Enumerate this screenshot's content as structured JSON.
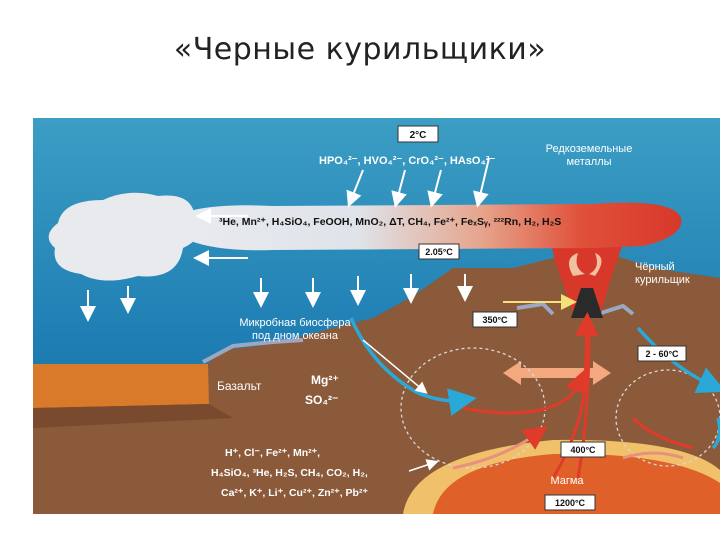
{
  "slide": {
    "title": "«Черные курильщики»"
  },
  "diagram": {
    "temp_surface": "2°C",
    "anions": "HPO₄²⁻, HVO₄²⁻, CrO₄²⁻, HAsO₄²⁻",
    "rare_earth_line1": "Редкоземельные",
    "rare_earth_line2": "металлы",
    "plume_chem": "³He, Mn²⁺, H₄SiO₄, FeOOH, MnO₂, ΔT, CH₄, Fe²⁺, FeₓSᵧ, ²²²Rn, H₂, H₂S",
    "temp_plume": "2.05°C",
    "smoker_line1": "Чёрный",
    "smoker_line2": "курильщик",
    "microbial_line1": "Микробная биосфера",
    "microbial_line2": "под дном океана",
    "temp_vent": "350°C",
    "temp_flank": "2 - 60°C",
    "basalt": "Базальт",
    "mg_label": "Mg²⁺",
    "so4_label": "SO₄²⁻",
    "temp_deep": "400°C",
    "fluids_line1": "H⁺, Cl⁻, Fe²⁺, Mn²⁺,",
    "fluids_line2": "H₄SiO₄, ³He, H₂S, CH₄, CO₂, H₂,",
    "fluids_line3": "Ca²⁺, K⁺, Li⁺, Cu²⁺, Zn²⁺, Pb²⁺",
    "magma": "Магма",
    "temp_magma": "1200°C"
  }
}
